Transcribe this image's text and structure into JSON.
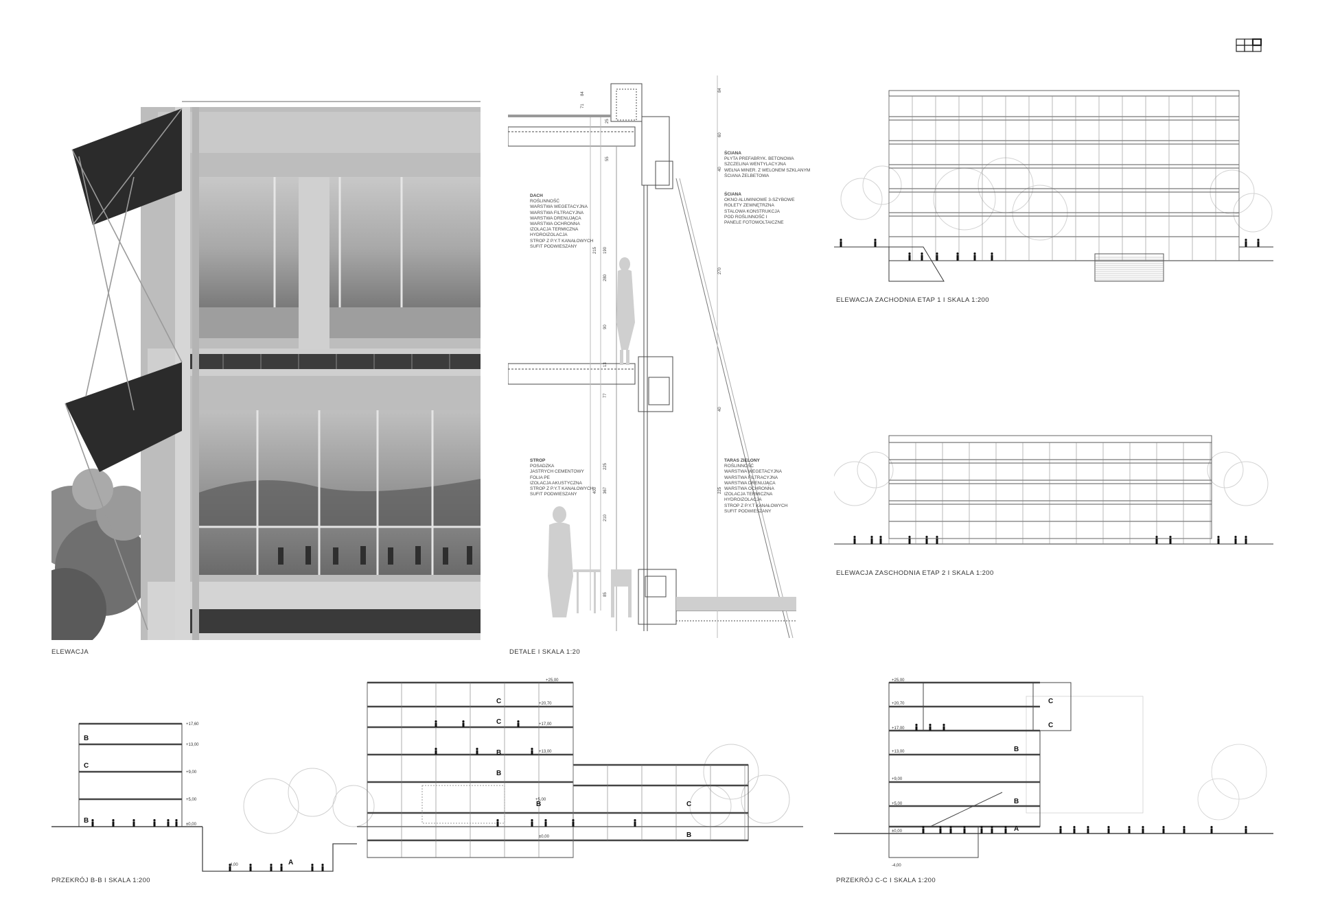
{
  "captions": {
    "photo": "ELEWACJA",
    "detail": "DETALE   I   SKALA 1:20",
    "elev1": "ELEWACJA ZACHODNIA ETAP 1   I   SKALA 1:200",
    "elev2": "ELEWACJA ZASCHODNIA ETAP 2   I   SKALA 1:200",
    "secB": "PRZEKRÓJ B-B   I   SKALA 1:200",
    "secC": "PRZEKRÓJ C-C   I   SKALA 1:200"
  },
  "notes": {
    "dach": {
      "title": "DACH",
      "items": [
        "ROŚLINNOŚĆ",
        "WARSTWA WEGETACYJNA",
        "WARSTWA FILTRACYJNA",
        "WARSTWA DRENUJĄCA",
        "WARSTWA OCHRONNA",
        "IZOLACJA TERMICZNA",
        "HYDROIZOLACJA",
        "STROP Z P.Y.T KANAŁOWYCH",
        "SUFIT PODWIESZANY"
      ]
    },
    "sciana1": {
      "title": "ŚCIANA",
      "items": [
        "PŁYTA PREFABRYK. BETONOWA",
        "SZCZELINA WENTYLACYJNA",
        "WEŁNA MINER. Z WELONEM SZKLANYM",
        "ŚCIANA ŻELBETOWA"
      ]
    },
    "sciana2": {
      "title": "ŚCIANA",
      "items": [
        "OKNO ALUMINIOWE 3-SZYBOWE",
        "ROLETY ZEWNĘTRZNA",
        "STALOWA KONSTRUKCJA",
        "   POD ROŚLINNOŚĆ I",
        "   PANELE FOTOWOLTAICZNE"
      ]
    },
    "strop": {
      "title": "STROP",
      "items": [
        "POSADZKA",
        "JASTRYCH CEMENTOWY",
        "FOLIA PE",
        "IZOLACJA AKUSTYCZNA",
        "STROP Z P.Y.T KANAŁOWYCH",
        "SUFIT PODWIESZANY"
      ]
    },
    "taras": {
      "title": "TARAS ZIELONY",
      "items": [
        "ROŚLINNOŚĆ",
        "WARSTWA WEGETACYJNA",
        "WARSTWA FILTRACYJNA",
        "WARSTWA DRENUJĄCA",
        "WARSTWA OCHRONNA",
        "IZOLACJA TERMICZNA",
        "HYDROIZOLACJA",
        "STROP Z P.Y.T KANAŁOWYCH",
        "SUFIT PODWIESZANY"
      ]
    }
  },
  "levels_b_left": [
    "+17,60",
    "+13,00",
    "+9,00",
    "+5,00",
    "±0,00"
  ],
  "levels_b_right": [
    "+25,00",
    "+20,70",
    "+17,00",
    "+13,00",
    "+5,00",
    "±0,00"
  ],
  "level_b_low": "-4,00",
  "levels_c": [
    "+25,00",
    "+20,70",
    "+17,00",
    "+13,00",
    "+9,00",
    "+5,00",
    "±0,00",
    "-4,00"
  ],
  "room_letters": {
    "a": "A",
    "b": "B",
    "c": "C"
  },
  "dims": [
    "84",
    "71",
    "25",
    "55",
    "60",
    "40",
    "215",
    "190",
    "280",
    "90",
    "13",
    "77",
    "40",
    "400",
    "367",
    "225",
    "210",
    "85",
    "225",
    "270"
  ],
  "colors": {
    "line": "#4a4a4a",
    "tree": "#bdbdbd",
    "people": "#111111",
    "photo_sky": "#cfcfcf"
  }
}
